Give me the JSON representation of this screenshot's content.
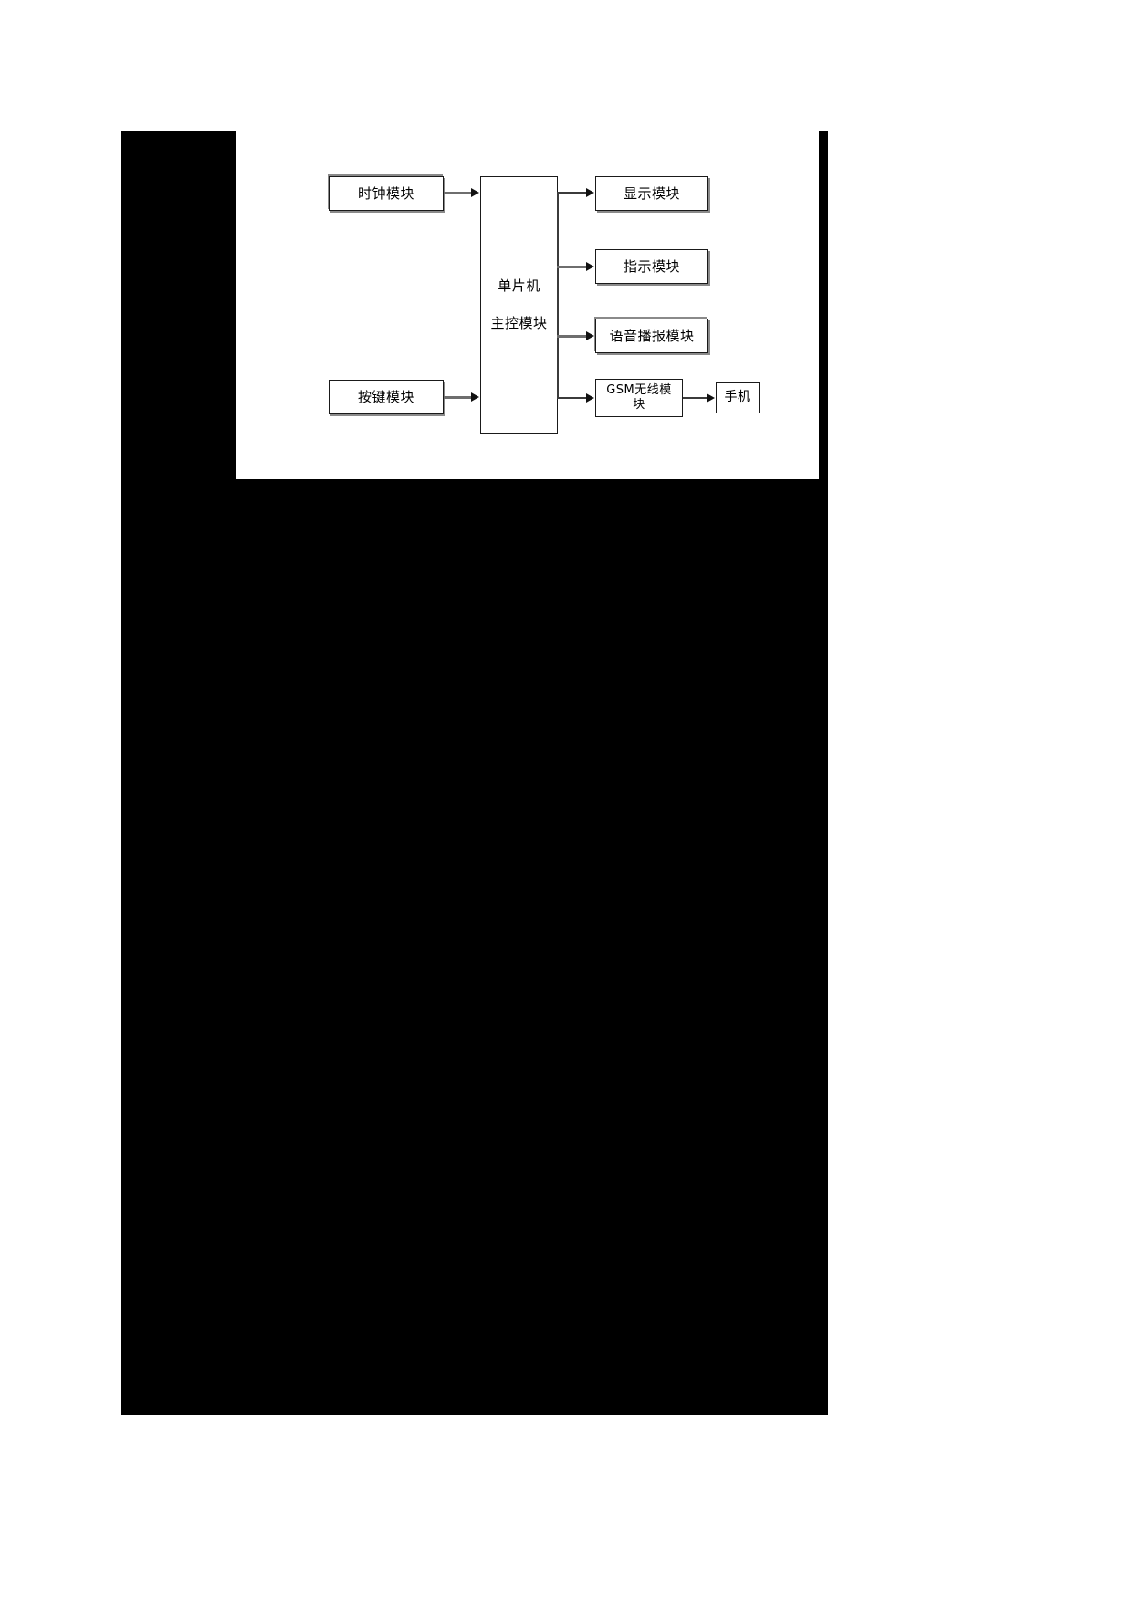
{
  "page": {
    "background_color": "#ffffff",
    "mask_color": "#000000",
    "diagram_background": "#ffffff"
  },
  "diagram": {
    "type": "block-diagram",
    "title": "",
    "nodes": [
      {
        "id": "clock",
        "label": "时钟模块",
        "role": "input-module"
      },
      {
        "id": "keys",
        "label": "按键模块",
        "role": "input-module"
      },
      {
        "id": "mcu",
        "label_line1": "单片机",
        "label_line2": "主控模块",
        "role": "controller"
      },
      {
        "id": "display",
        "label": "显示模块",
        "role": "output-module"
      },
      {
        "id": "indicator",
        "label": "指示模块",
        "role": "output-module"
      },
      {
        "id": "voice",
        "label": "语音播报模块",
        "role": "output-module"
      },
      {
        "id": "gsm",
        "label_line1": "GSM无线模",
        "label_line2": "块",
        "role": "output-module"
      },
      {
        "id": "phone",
        "label": "手机",
        "role": "terminal"
      }
    ],
    "edges": [
      {
        "from": "clock",
        "to": "mcu",
        "direction": "right"
      },
      {
        "from": "keys",
        "to": "mcu",
        "direction": "right"
      },
      {
        "from": "mcu",
        "to": "display",
        "direction": "right"
      },
      {
        "from": "mcu",
        "to": "indicator",
        "direction": "right"
      },
      {
        "from": "mcu",
        "to": "voice",
        "direction": "right"
      },
      {
        "from": "mcu",
        "to": "gsm",
        "direction": "right"
      },
      {
        "from": "gsm",
        "to": "phone",
        "direction": "right"
      }
    ],
    "colors": {
      "node_border": "#1a1a1a",
      "node_shadow": "#8a8a8a",
      "wire": "#3b3b3b",
      "wire_thick": "#6e6e6e",
      "text": "#000000"
    }
  }
}
